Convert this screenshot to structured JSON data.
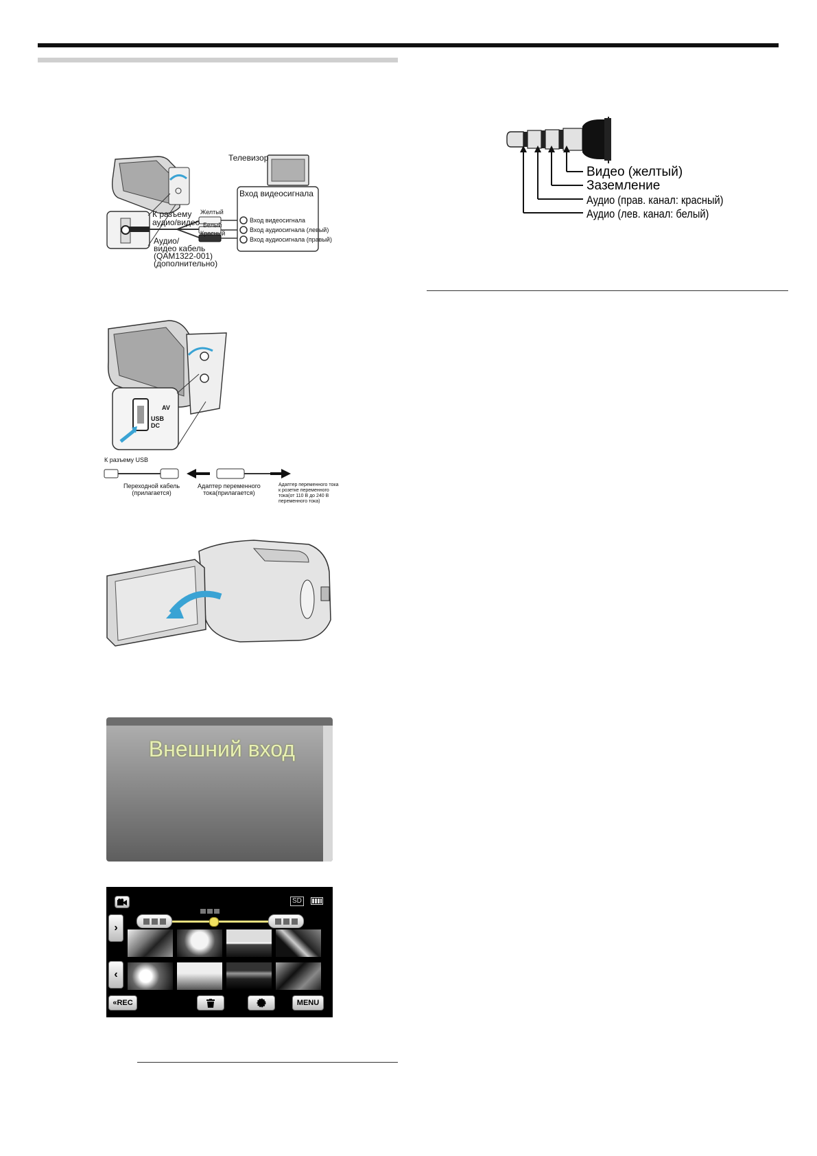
{
  "fig1": {
    "tv_label": "Телевизор",
    "input_title": "Вход видеосигнала",
    "to_av_connector": "К разъему\nаудио/видео",
    "yellow": "Желтый",
    "white": "Белый",
    "red": "Красный",
    "video_in": "Вход видеосигнала",
    "audio_in_left": "Вход аудиосигнала (левый)",
    "audio_in_right": "Вход аудиосигнала (правый)",
    "av_cable": "Аудио/\nвидео кабель\n(QAM1322-001)\n(дополнительно)"
  },
  "fig2": {
    "port_av": "AV",
    "port_usb": "USB\nDC",
    "to_usb": "К разъему USB",
    "adapter_cable": "Переходной кабель\n(прилагается)",
    "ac_adapter": "Адаптер переменного\nтока(прилагается)",
    "outlet": "Адаптер переменного тока\nк розетке переменного\nтока(от 110 В до 240 В\nпеременного тока)"
  },
  "fig4": {
    "title": "Внешний вход"
  },
  "fig5": {
    "sd_label": "SD",
    "rec_label": "«REC",
    "menu_label": "MENU"
  },
  "jack": {
    "video": "Видео (желтый)",
    "ground": "Заземление",
    "audio_right": "Аудио (прав. канал: красный)",
    "audio_left": "Аудио (лев. канал: белый)"
  },
  "icons": [
    "camera-mode-icon",
    "battery-icon",
    "chevron-right-icon",
    "chevron-left-icon",
    "trash-icon",
    "gear-icon"
  ]
}
